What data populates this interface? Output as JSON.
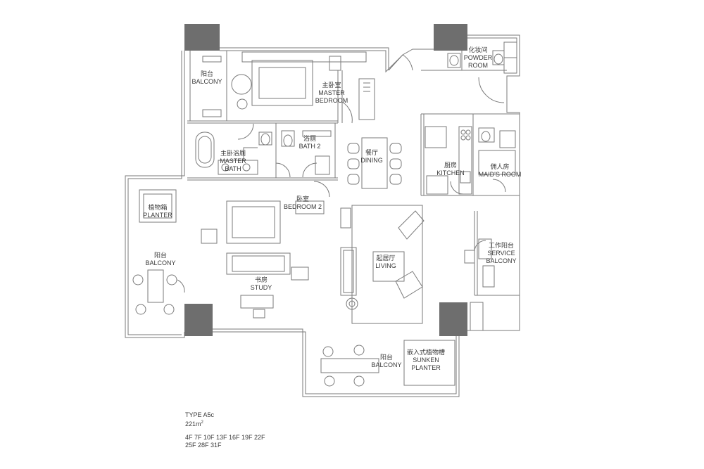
{
  "rooms": {
    "balcony_top_left": {
      "zh": "阳台",
      "en": "BALCONY"
    },
    "master_bedroom": {
      "zh": "主卧室",
      "en1": "MASTER",
      "en2": "BEDROOM"
    },
    "powder_room": {
      "zh": "化妆间",
      "en1": "POWDER",
      "en2": "ROOM"
    },
    "master_bath": {
      "zh": "主卧浴厕",
      "en1": "MASTER",
      "en2": "BATH"
    },
    "bath_2": {
      "zh": "浴厕",
      "en": "BATH 2"
    },
    "dining": {
      "zh": "餐厅",
      "en": "DINING"
    },
    "kitchen": {
      "zh": "厨房",
      "en": "KITCHEN"
    },
    "maids_room": {
      "zh": "佣人房",
      "en": "MAID'S ROOM"
    },
    "bedroom_2": {
      "zh": "卧室",
      "en": "BEDROOM 2"
    },
    "planter": {
      "zh": "植物箱",
      "en": "PLANTER"
    },
    "balcony_left": {
      "zh": "阳台",
      "en": "BALCONY"
    },
    "living": {
      "zh": "起居厅",
      "en": "LIVING"
    },
    "service_balcony": {
      "zh": "工作阳台",
      "en1": "SERVICE",
      "en2": "BALCONY"
    },
    "study": {
      "zh": "书房",
      "en": "STUDY"
    },
    "balcony_bottom": {
      "zh": "阳台",
      "en": "BALCONY"
    },
    "sunken_planter": {
      "zh": "嵌入式植物槽",
      "en1": "SUNKEN",
      "en2": "PLANTER"
    }
  },
  "info": {
    "type": "TYPE A5c",
    "area": "221m",
    "area_sup": "2",
    "floors_line1": "4F 7F 10F 13F 16F 19F 22F",
    "floors_line2": "25F 28F 31F"
  },
  "colors": {
    "wall": "#6b6b6b",
    "column": "#6e6e6e",
    "line": "#8a8a8a"
  }
}
